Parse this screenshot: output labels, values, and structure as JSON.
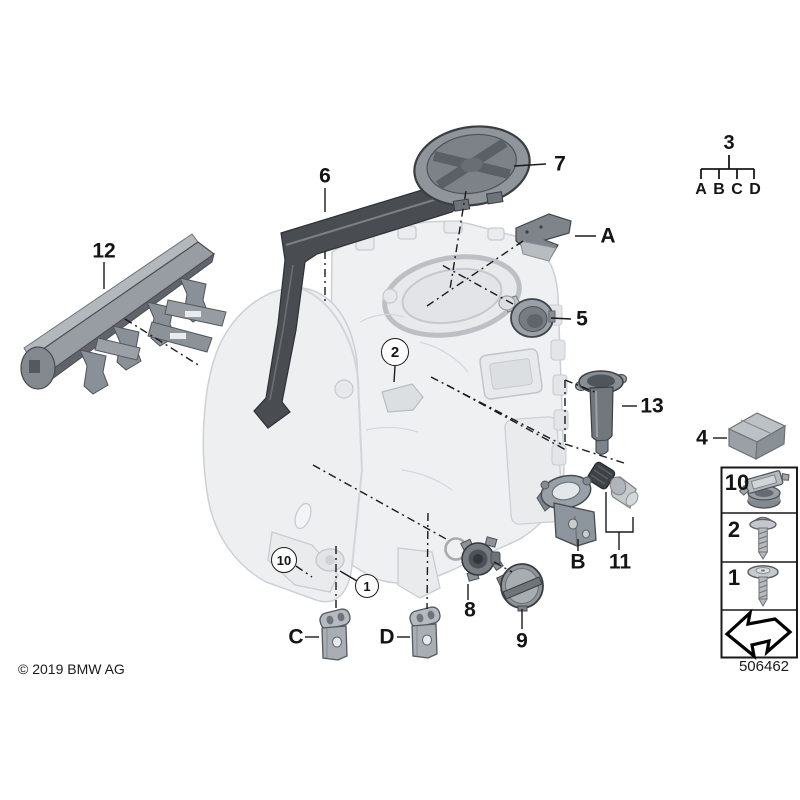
{
  "callouts": {
    "p12": "12",
    "p6": "6",
    "p7": "7",
    "pA": "A",
    "p5": "5",
    "p13": "13",
    "p4": "4",
    "pB": "B",
    "p11": "11",
    "p8": "8",
    "p9": "9",
    "pC": "C",
    "pD": "D"
  },
  "circled_callouts": {
    "p2": "2",
    "p10": "10",
    "p1": "1"
  },
  "variant_group": {
    "parent": "3",
    "child_a": "A",
    "child_b": "B",
    "child_c": "C",
    "child_d": "D"
  },
  "legend": {
    "row10": "10",
    "row2": "2",
    "row1": "1"
  },
  "icons": {
    "legend_row10": "clip-nut-icon",
    "legend_row2": "screw-washer-icon",
    "legend_row1": "screw-large-washer-icon",
    "legend_footer": "continue-arrow-icon"
  },
  "footer": {
    "copyright": "© 2019 BMW AG",
    "diagram_number": "506462"
  },
  "colors": {
    "background": "#ffffff",
    "line": "#1a1a1a",
    "part_dark": "#494d52",
    "part_mid": "#8f949a",
    "part_light": "#b6bbc0",
    "ghost_fill": "#edeff1",
    "ghost_stroke": "#cbd0d3"
  }
}
